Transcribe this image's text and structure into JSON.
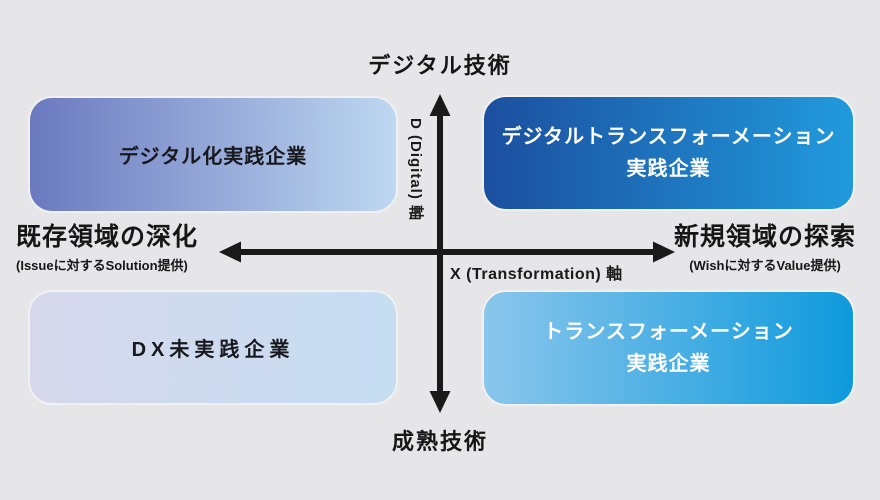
{
  "colors": {
    "background": "#e6e6e8",
    "axis": "#1a1a1a",
    "dark_text": "#18181f",
    "light_text": "#ffffff"
  },
  "axes": {
    "top_label": "デジタル技術",
    "bottom_label": "成熟技術",
    "y_axis_label": "D (Digital) 軸",
    "x_axis_label": "X (Transformation) 軸",
    "left": {
      "title": "既存領域の深化",
      "subtitle": "(Issueに対するSolution提供)"
    },
    "right": {
      "title": "新規領域の探索",
      "subtitle": "(Wishに対するValue提供)"
    }
  },
  "quadrants": {
    "top_left": {
      "label": "デジタル化実践企業",
      "gradient_start": "#6b79bf",
      "gradient_end": "#bed8f1",
      "text_color": "#18181f"
    },
    "top_right": {
      "line1": "デジタルトランスフォーメーション",
      "line2": "実践企業",
      "gradient_start": "#1c4f9f",
      "gradient_end": "#209adc",
      "text_color": "#ffffff"
    },
    "bottom_left": {
      "label": "DX未実践企業",
      "gradient_start": "#d7d8ec",
      "gradient_end": "#c6ddf2",
      "text_color": "#18181f"
    },
    "bottom_right": {
      "line1": "トランスフォーメーション",
      "line2": "実践企業",
      "gradient_start": "#8ac6ec",
      "gradient_end": "#0e9adc",
      "text_color": "#ffffff"
    }
  }
}
